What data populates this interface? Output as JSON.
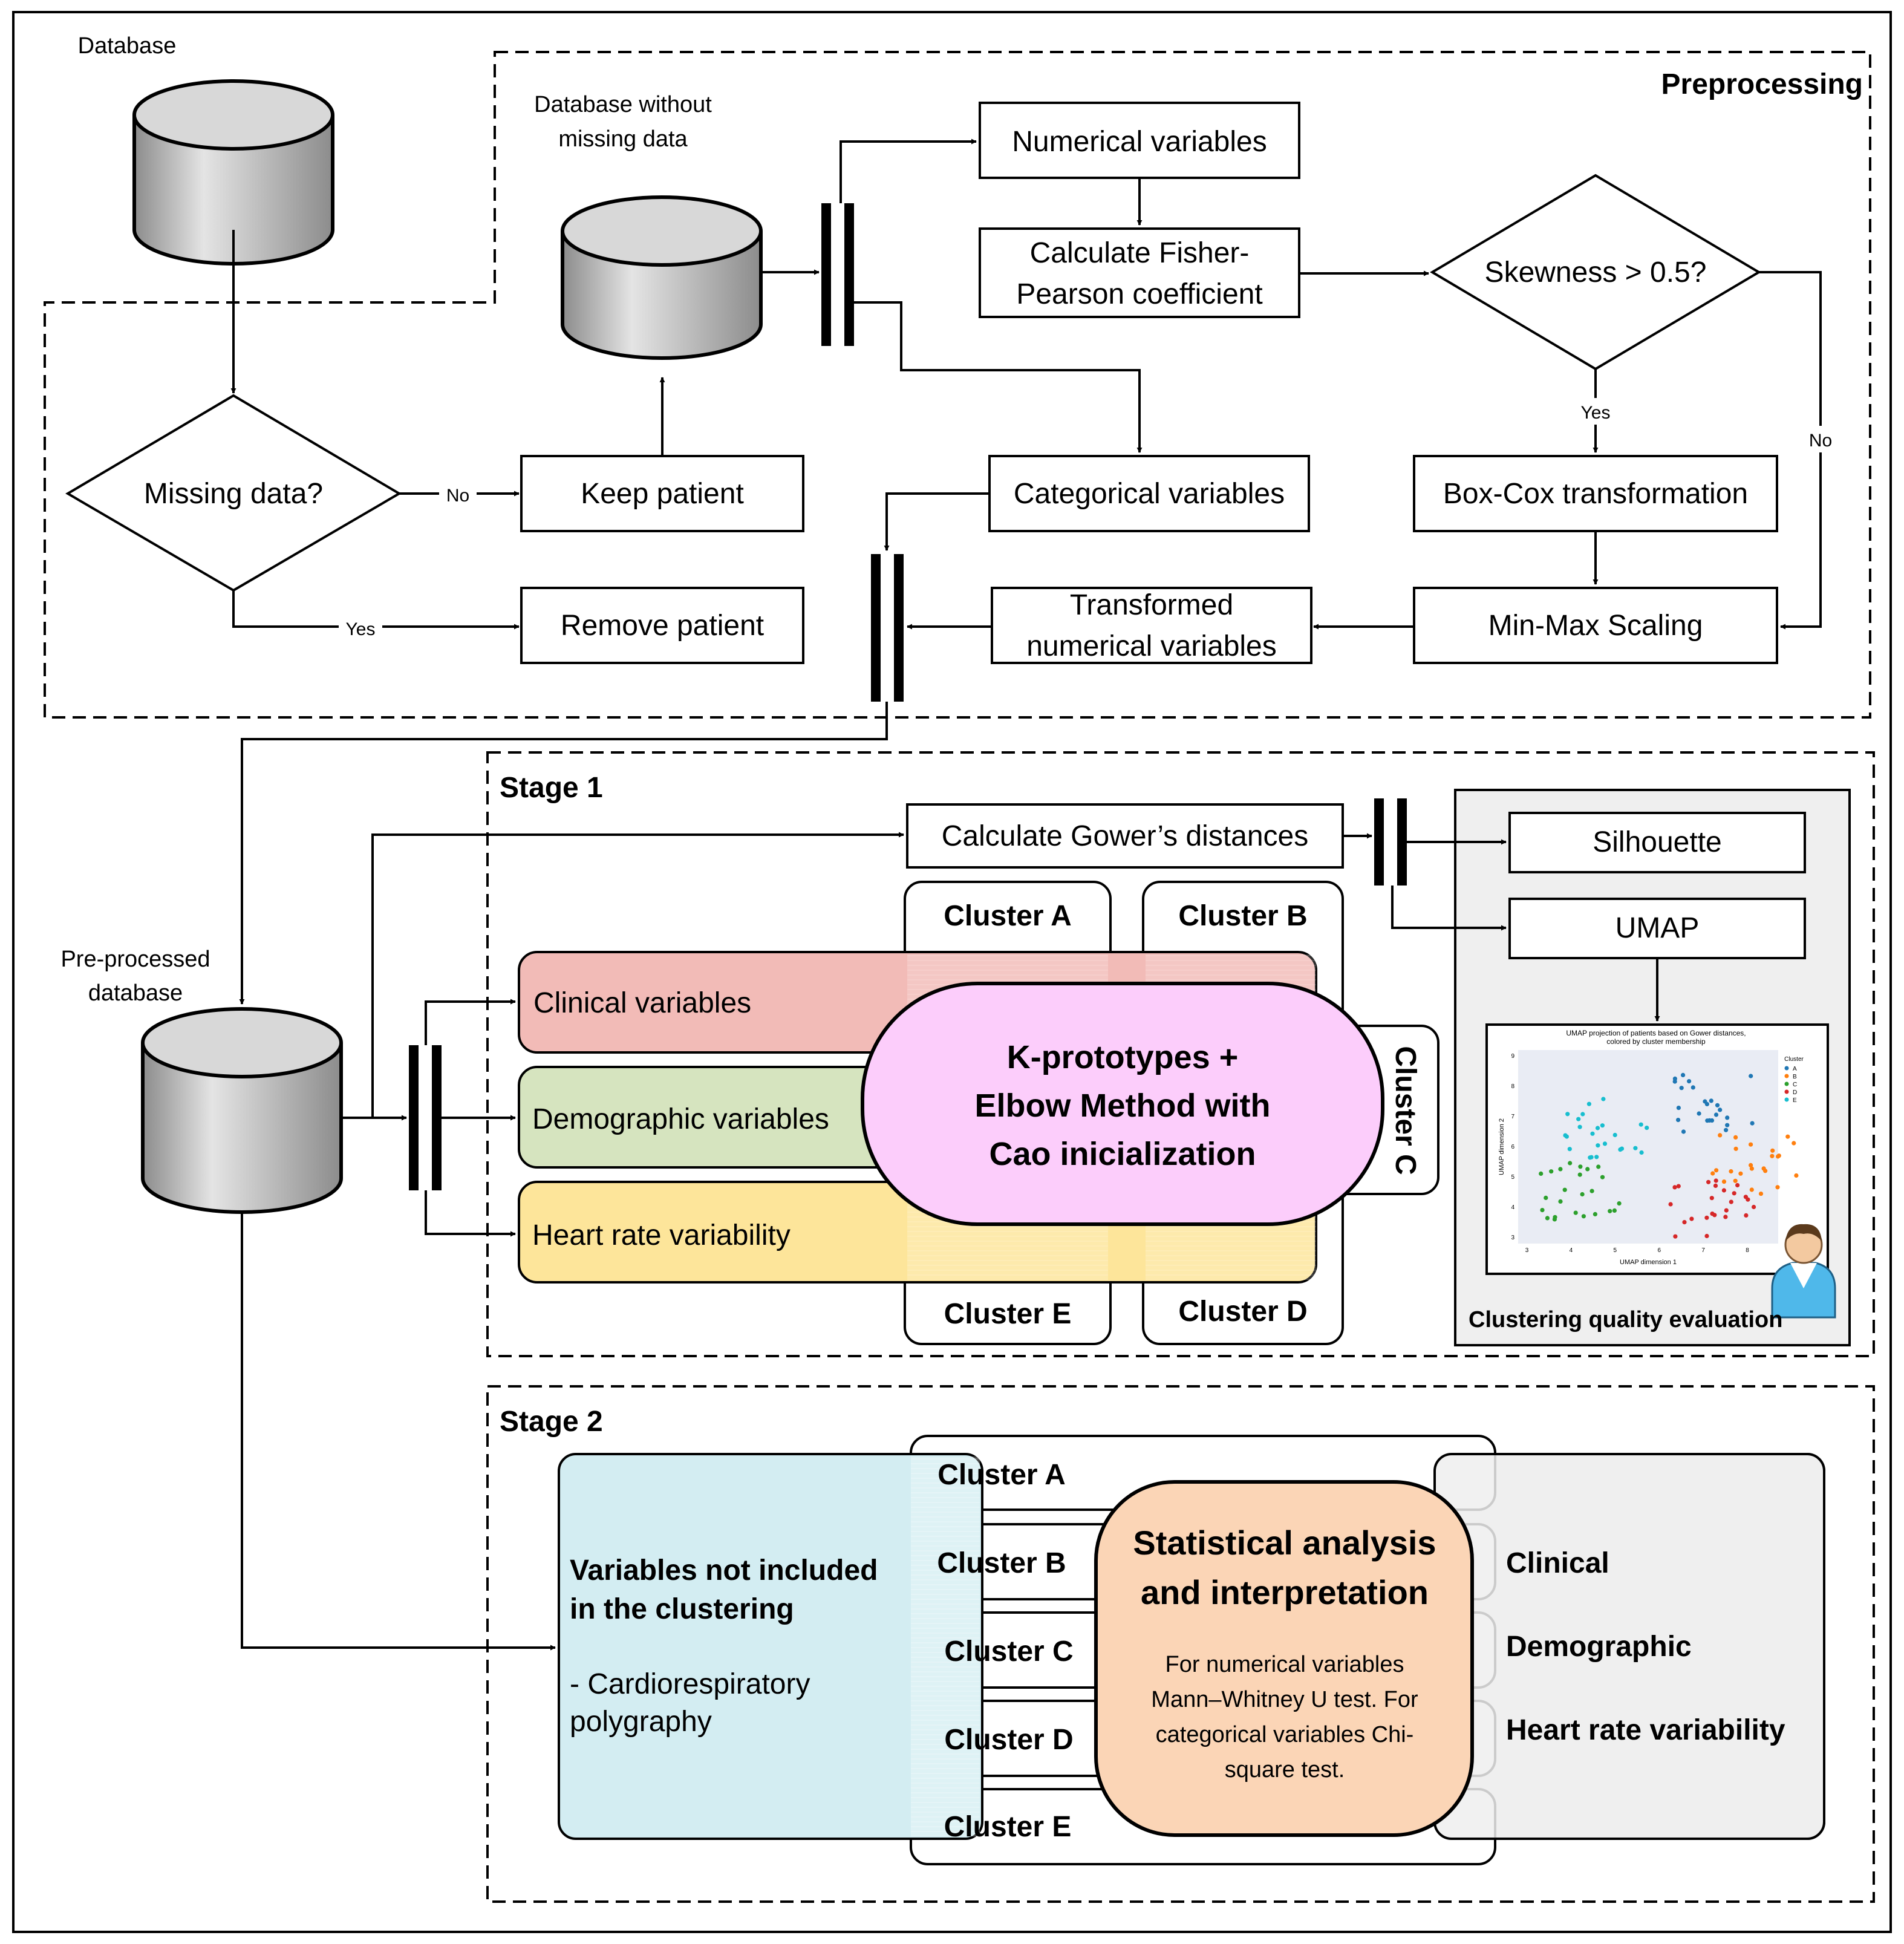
{
  "labels": {
    "database": "Database",
    "database_without_missing_1": "Database without",
    "database_without_missing_2": "missing data",
    "preprocessing": "Preprocessing",
    "missing_data": "Missing data?",
    "no": "No",
    "yes": "Yes",
    "keep_patient": "Keep patient",
    "remove_patient": "Remove patient",
    "numerical_variables": "Numerical variables",
    "fisher_1": "Calculate Fisher-",
    "fisher_2": "Pearson coefficient",
    "skewness": "Skewness > 0.5?",
    "categorical_variables": "Categorical variables",
    "box_cox": "Box-Cox transformation",
    "min_max": "Min-Max Scaling",
    "transformed_1": "Transformed",
    "transformed_2": "numerical variables",
    "preprocessed_1": "Pre-processed",
    "preprocessed_2": "database",
    "stage1": "Stage 1",
    "stage2": "Stage 2",
    "gower": "Calculate Gower’s distances",
    "silhouette": "Silhouette",
    "umap": "UMAP",
    "quality": "Clustering quality evaluation",
    "clinical_variables": "Clinical variables",
    "demographic_variables": "Demographic variables",
    "hrv": "Heart rate variability",
    "kproto_1": "K-prototypes +",
    "kproto_2": "Elbow Method with",
    "kproto_3": "Cao inicialization",
    "cluster_a": "Cluster A",
    "cluster_b": "Cluster B",
    "cluster_c": "Cluster C",
    "cluster_d": "Cluster D",
    "cluster_e": "Cluster E",
    "not_included_1": "Variables not included",
    "not_included_2": "in the clustering",
    "cardio_1": "- Cardiorespiratory",
    "cardio_2": "polygraphy",
    "stat_1": "Statistical analysis",
    "stat_2": "and interpretation",
    "stat_desc_1": "For numerical variables",
    "stat_desc_2": "Mann–Whitney U test. For",
    "stat_desc_3": "categorical variables Chi-",
    "stat_desc_4": "square test.",
    "clinical": "Clinical",
    "demographic": "Demographic",
    "hrv_bold": "Heart rate variability"
  },
  "umap_thumbnail": {
    "title_1": "UMAP projection of patients based on Gower distances,",
    "title_2": "colored by cluster membership",
    "xlabel": "UMAP dimension 1",
    "ylabel": "UMAP dimension 2",
    "legend_title": "Cluster",
    "legend": [
      "A",
      "B",
      "C",
      "D",
      "E"
    ],
    "colors": [
      "#1f77b4",
      "#ff7f0e",
      "#2ca02c",
      "#d62728",
      "#17becf"
    ],
    "x_ticks": [
      "3",
      "4",
      "5",
      "6",
      "7",
      "8"
    ],
    "y_ticks": [
      "3",
      "4",
      "5",
      "6",
      "7",
      "8",
      "9"
    ]
  },
  "colors": {
    "clinical_fill": "#f2bbb7",
    "demographic_fill": "#d6e4bf",
    "hrv_fill": "#fde59a",
    "kproto_fill": "#fccdfb",
    "stat_fill": "#fbd5b6",
    "not_included_fill": "#d3edf2",
    "right_panel_fill": "#efefef",
    "quality_panel_fill": "#efefef",
    "cylinder_fill": "#bfbfbf"
  }
}
